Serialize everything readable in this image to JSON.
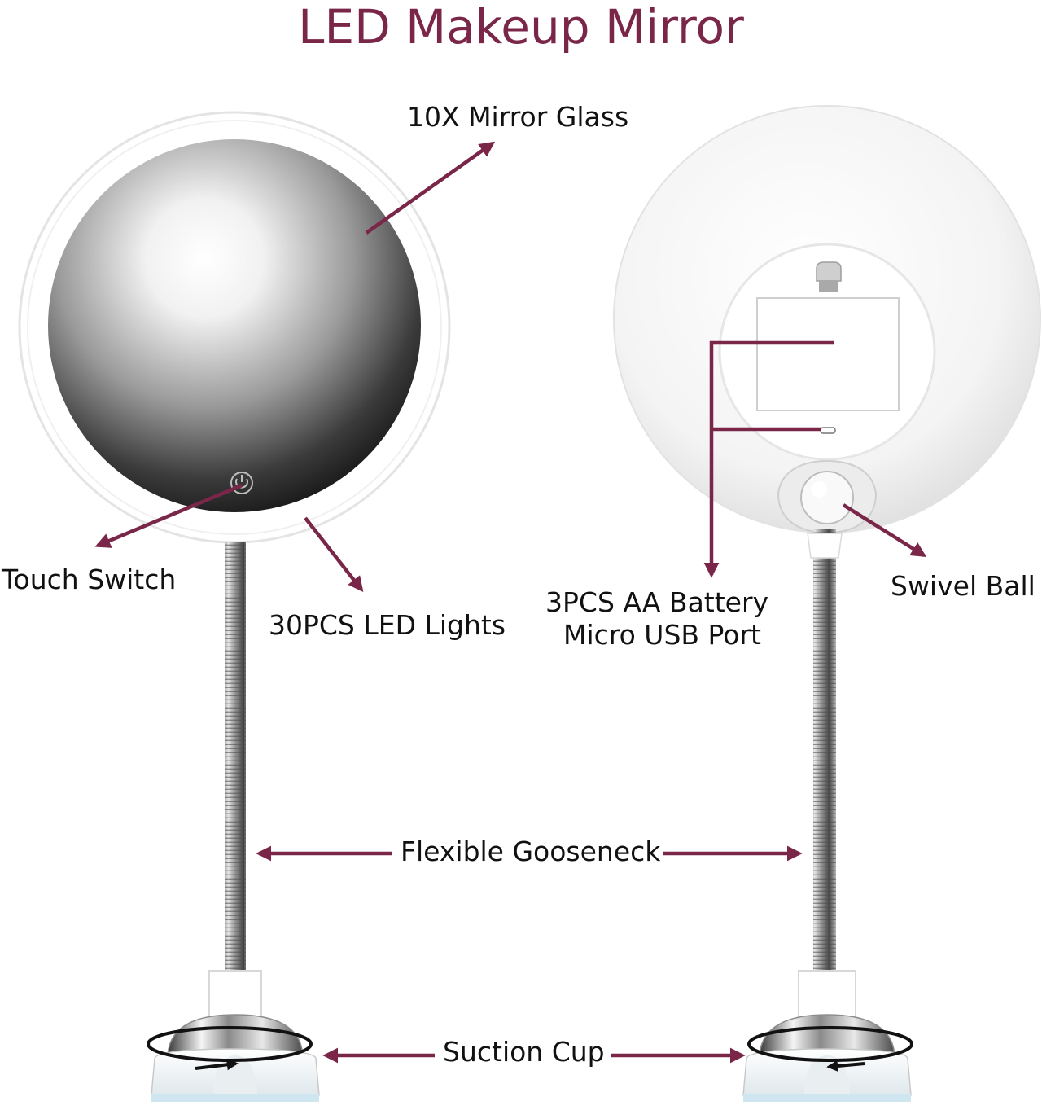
{
  "title": "LED Makeup Mirror",
  "labels": {
    "mirror_glass": "10X Mirror Glass",
    "touch_switch": "Touch Switch",
    "led_lights": "30PCS LED Lights",
    "battery_line1": "3PCS AA Battery",
    "battery_line2": "Micro USB Port",
    "swivel_ball": "Swivel Ball",
    "gooseneck": "Flexible Gooseneck",
    "suction_cup": "Suction Cup"
  },
  "colors": {
    "title": "#7a2648",
    "arrow": "#7a2648",
    "label": "#111111"
  },
  "icons": {
    "power": "power-icon"
  }
}
